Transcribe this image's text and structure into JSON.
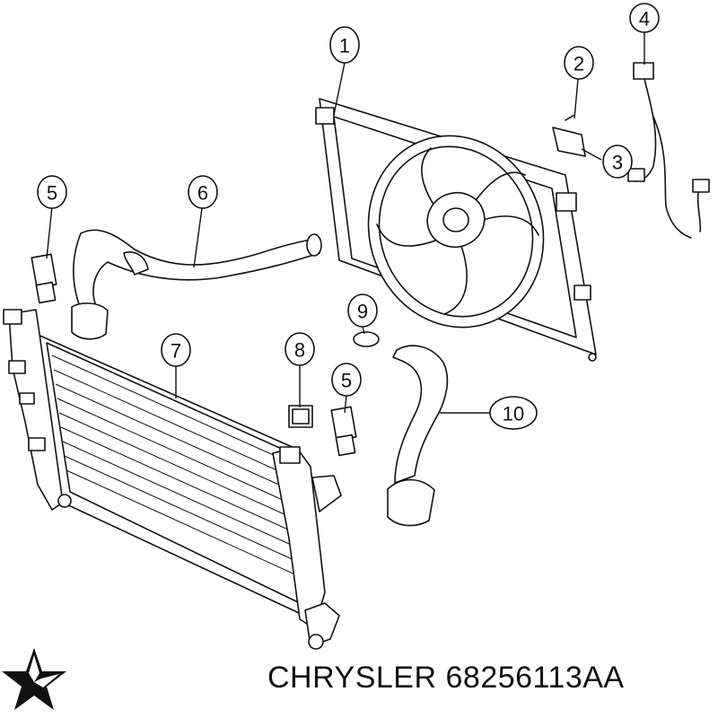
{
  "callouts": [
    {
      "id": "1",
      "label": "1"
    },
    {
      "id": "2",
      "label": "2"
    },
    {
      "id": "3",
      "label": "3"
    },
    {
      "id": "4",
      "label": "4"
    },
    {
      "id": "5a",
      "label": "5"
    },
    {
      "id": "6",
      "label": "6"
    },
    {
      "id": "7",
      "label": "7"
    },
    {
      "id": "8",
      "label": "8"
    },
    {
      "id": "9",
      "label": "9"
    },
    {
      "id": "5b",
      "label": "5"
    },
    {
      "id": "10",
      "label": "10"
    }
  ],
  "caption": {
    "brand": "CHRYSLER",
    "part_number": "68256113AA"
  },
  "logo": {
    "name": "pentastar-logo"
  }
}
